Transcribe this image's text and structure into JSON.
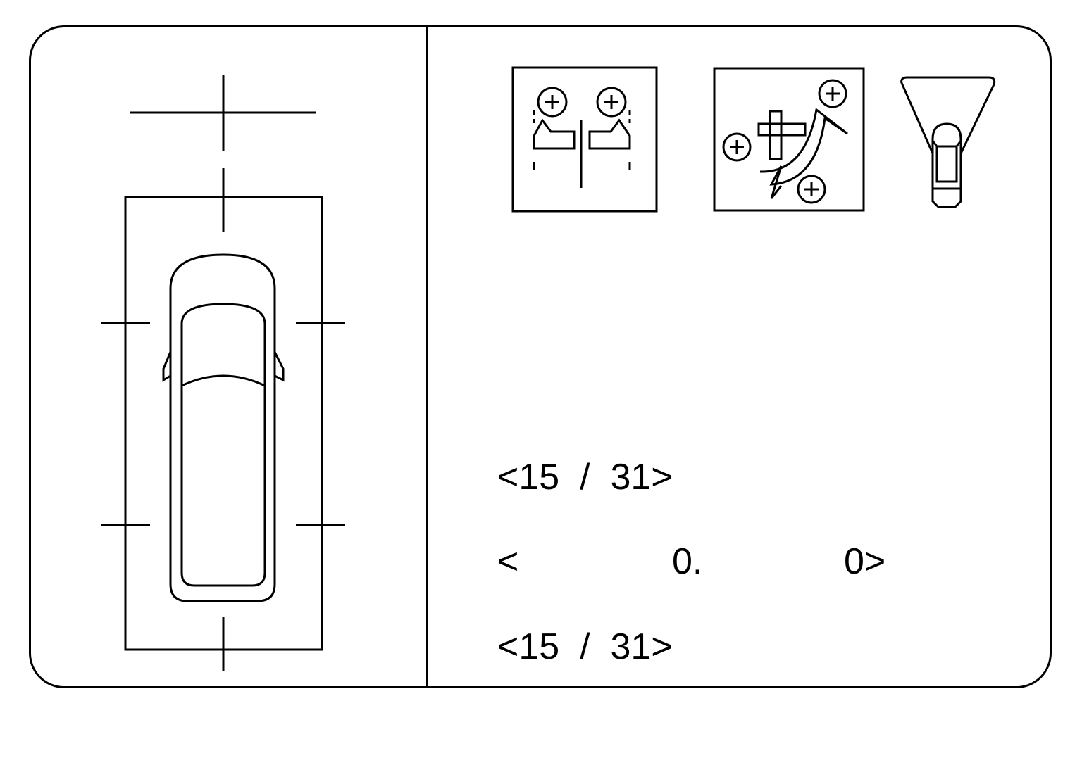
{
  "display": {
    "left_pane": {
      "vehicle_icon": "car-top-view-icon",
      "guide_marks": "crosshair-guides"
    },
    "right_pane": {
      "icons": [
        "headlight-aim-adjust-icon",
        "steering-alignment-adjust-icon",
        "vehicle-beam-pattern-icon"
      ],
      "readouts": {
        "row1": "<15  /  31>",
        "row2": {
          "left_bracket": "<",
          "center_value": "0.",
          "right_value": "0>"
        },
        "row3": "<15  /  31>"
      }
    }
  }
}
